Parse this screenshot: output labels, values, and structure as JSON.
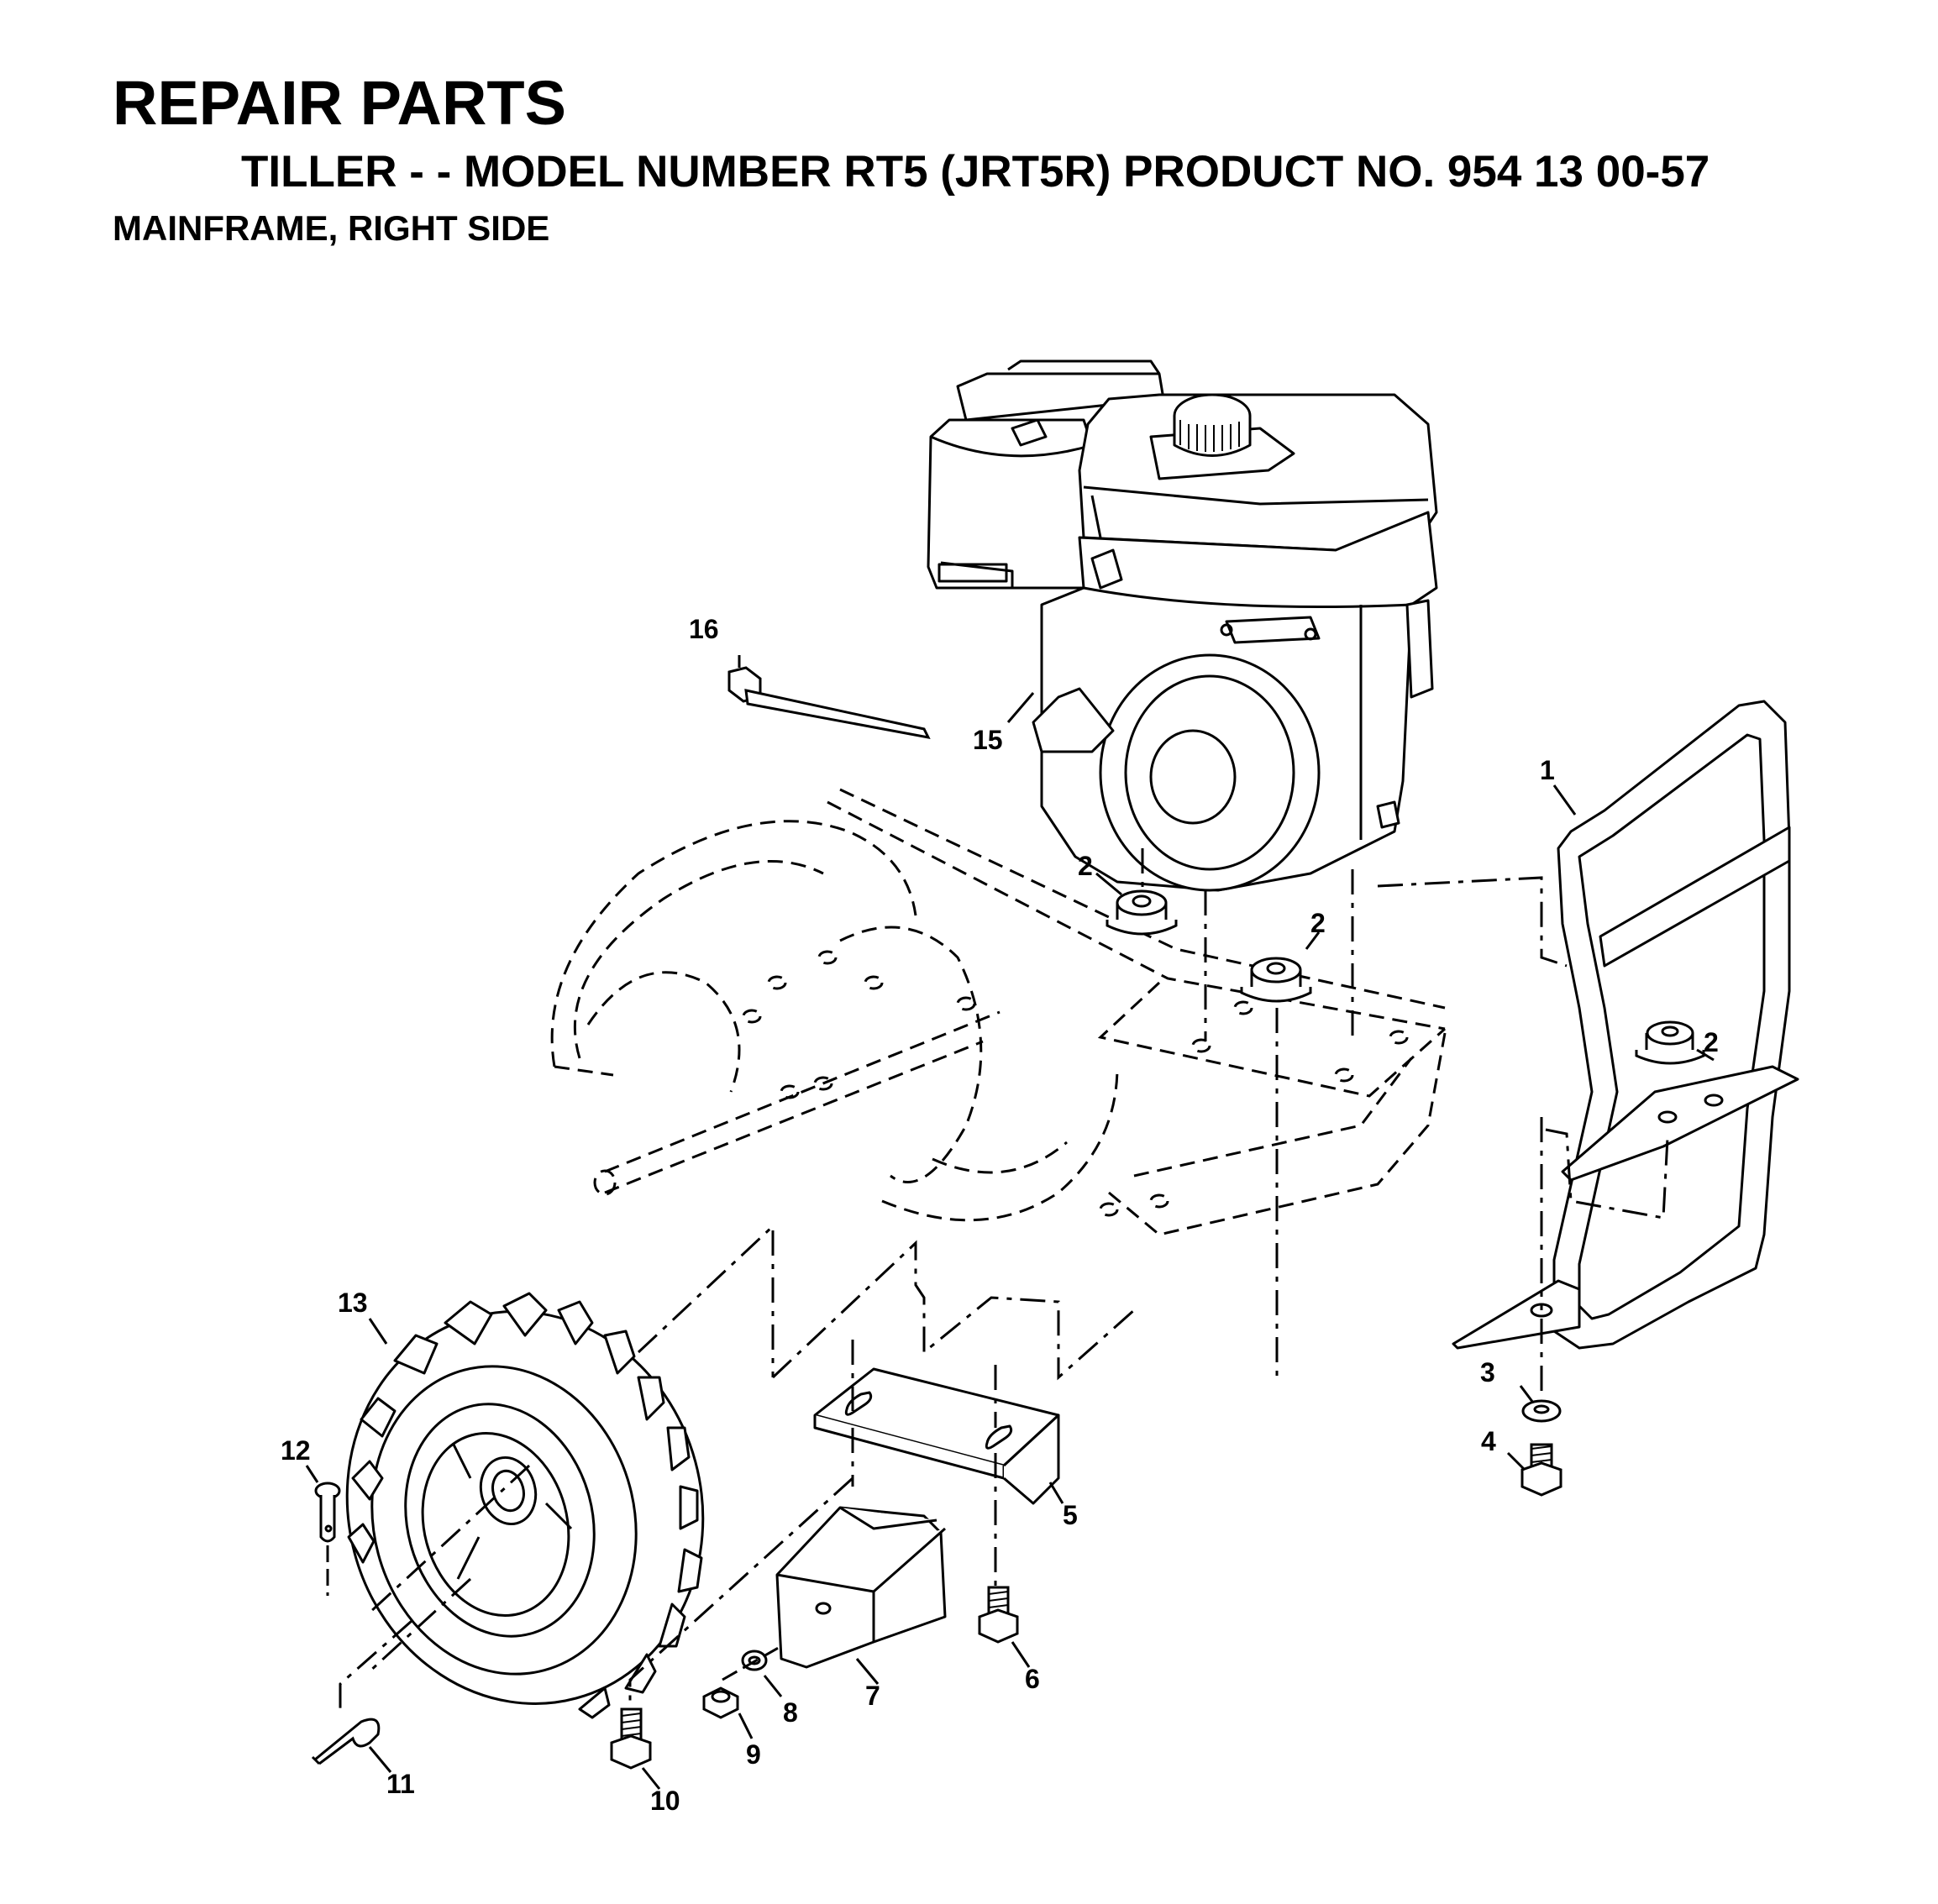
{
  "header": {
    "title": "REPAIR PARTS",
    "subtitle": "TILLER - - MODEL NUMBER RT5 (JRT5R) PRODUCT NO. 954 13 00-57",
    "section": "MAINFRAME, RIGHT SIDE"
  },
  "callouts": {
    "c1": "1",
    "c2a": "2",
    "c2b": "2",
    "c2c": "2",
    "c3": "3",
    "c4": "4",
    "c5": "5",
    "c6": "6",
    "c7": "7",
    "c8": "8",
    "c9": "9",
    "c10": "10",
    "c11": "11",
    "c12": "12",
    "c13": "13",
    "c15": "15",
    "c16": "16"
  },
  "colors": {
    "ink": "#000000",
    "paper": "#ffffff"
  }
}
